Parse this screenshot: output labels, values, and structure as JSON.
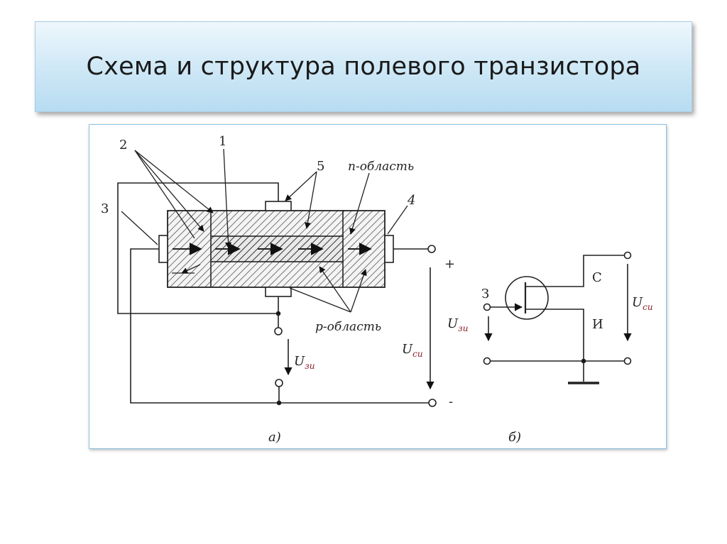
{
  "slide": {
    "title": "Схема и структура полевого транзистора"
  },
  "figure_a": {
    "labels": {
      "num_1": "1",
      "num_2": "2",
      "num_3": "3",
      "num_4": "4",
      "num_5": "5",
      "n_region": "n-область",
      "p_region": "p-область",
      "plus": "+",
      "minus": "-",
      "u_zi_base": "U",
      "u_zi_sub": "зи",
      "u_si_base": "U",
      "u_si_sub": "си",
      "caption": "а)"
    }
  },
  "figure_b": {
    "labels": {
      "gate": "З",
      "drain": "С",
      "source": "И",
      "u_zi_base": "U",
      "u_zi_sub": "зи",
      "u_si_base": "U",
      "u_si_sub": "си",
      "caption": "б)"
    }
  },
  "colors": {
    "title_bg_top": "#eef7fc",
    "title_bg_bottom": "#b7dcf1",
    "frame_border": "#8ac2e4",
    "subscript_color": "#8a1f2a"
  }
}
